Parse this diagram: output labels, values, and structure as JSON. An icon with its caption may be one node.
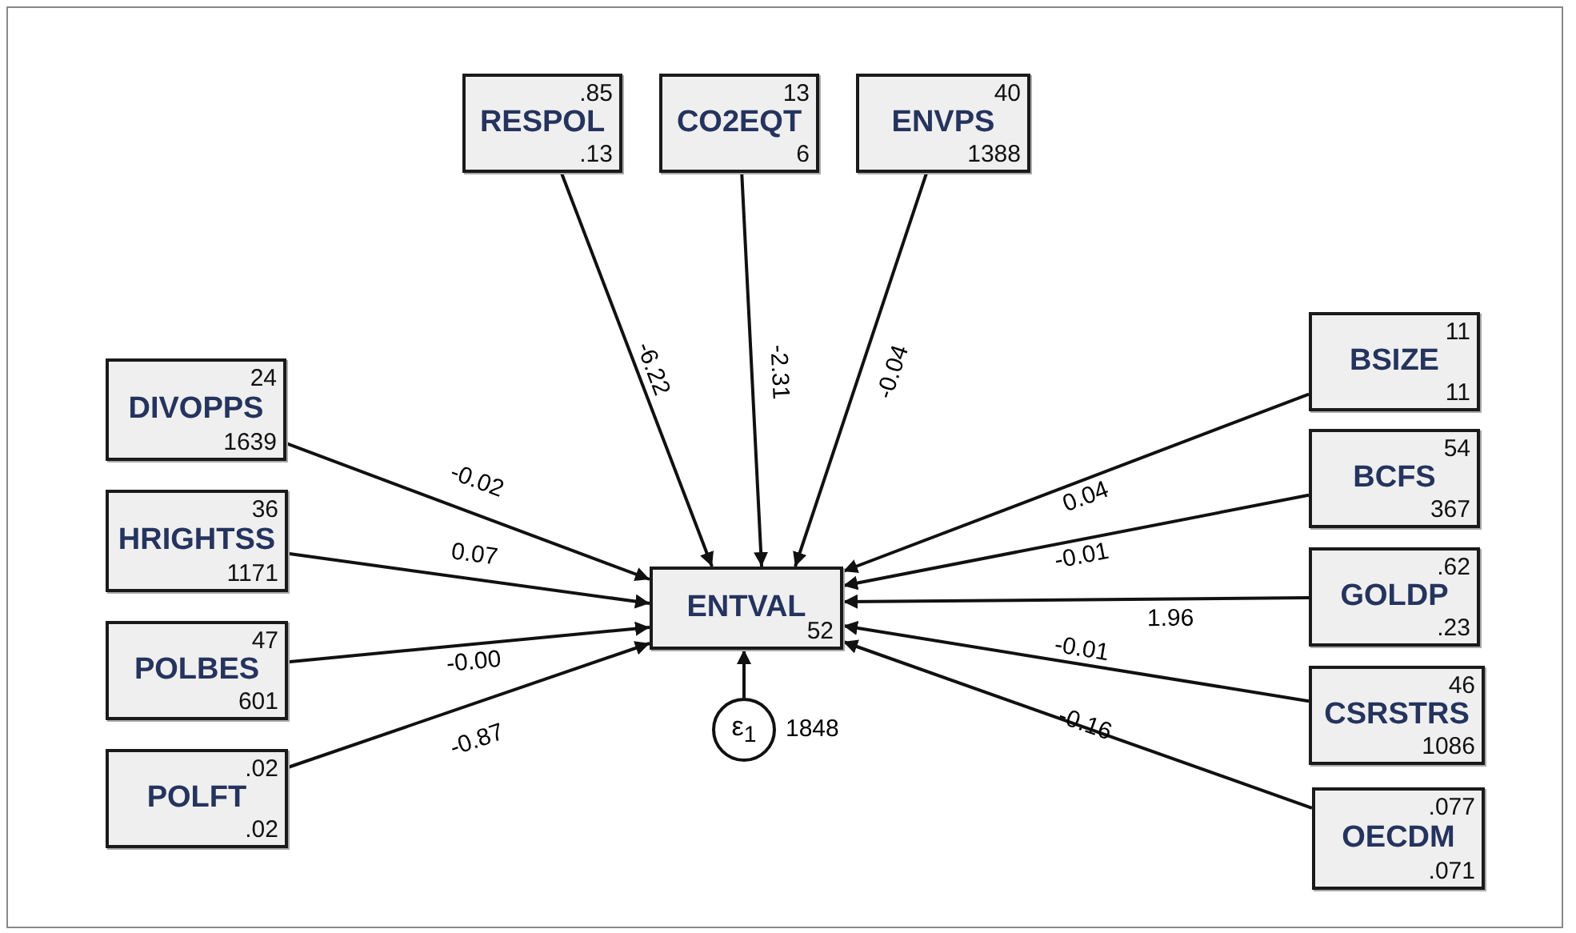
{
  "diagram": {
    "nodes": [
      {
        "text": [
          ".85",
          "RESPOL",
          ".13"
        ]
      },
      {
        "text": [
          "13",
          "CO2EQT",
          "6"
        ]
      },
      {
        "text": [
          "40",
          "ENVPS",
          "1388"
        ]
      },
      {
        "text": [
          "24",
          "DIVOPPS",
          "1639"
        ]
      },
      {
        "text": [
          "36",
          "HRIGHTSS",
          "1171"
        ]
      },
      {
        "text": [
          "47",
          "POLBES",
          "601"
        ]
      },
      {
        "text": [
          ".02",
          "POLFT",
          ".02"
        ]
      },
      {
        "text": [
          "11",
          "BSIZE",
          "11"
        ]
      },
      {
        "text": [
          "54",
          "BCFS",
          "367"
        ]
      },
      {
        "text": [
          ".62",
          "GOLDP",
          ".23"
        ]
      },
      {
        "text": [
          "46",
          "CSRSTRS",
          "1086"
        ]
      },
      {
        "text": [
          ".077",
          "OECDM",
          ".071"
        ]
      },
      {
        "text": [
          "ENTVAL",
          "52"
        ]
      },
      {
        "text": [
          "ε$_{1}$"
        ],
        "beside": [
          "1848"
        ]
      }
    ],
    "edges": [
      {
        "from": 0,
        "to": 12,
        "arrow": "to",
        "label": "-6.22"
      },
      {
        "from": 1,
        "to": 12,
        "arrow": "to",
        "label": "-2.31"
      },
      {
        "from": 2,
        "to": 12,
        "arrow": "to",
        "label": "-0.04"
      },
      {
        "from": 3,
        "to": 12,
        "arrow": "to",
        "label": "-0.02"
      },
      {
        "from": 4,
        "to": 12,
        "arrow": "to",
        "label": "0.07"
      },
      {
        "from": 5,
        "to": 12,
        "arrow": "to",
        "label": "-0.00"
      },
      {
        "from": 6,
        "to": 12,
        "arrow": "to",
        "label": "-0.87"
      },
      {
        "from": 7,
        "to": 12,
        "arrow": "to",
        "label": "0.04"
      },
      {
        "from": 8,
        "to": 12,
        "arrow": "to",
        "label": "-0.01"
      },
      {
        "from": 9,
        "to": 12,
        "arrow": "to",
        "label": "1.96"
      },
      {
        "from": 10,
        "to": 12,
        "arrow": "to",
        "label": "-0.01"
      },
      {
        "from": 11,
        "to": 12,
        "arrow": "to",
        "label": "-0.16"
      },
      {
        "from": 13,
        "to": 12,
        "arrow": "to"
      }
    ]
  }
}
